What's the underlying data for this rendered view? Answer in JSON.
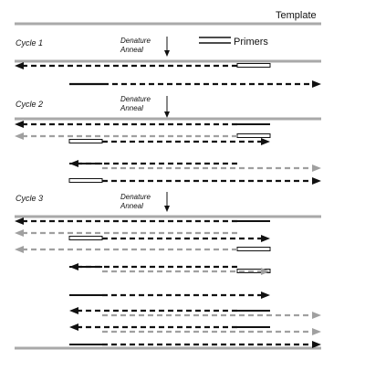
{
  "legend": {
    "template_label": "Template",
    "primers_label": "Primers"
  },
  "cycles": [
    {
      "label": "Cycle 1",
      "step_line1": "Denature",
      "step_line2": "Anneal"
    },
    {
      "label": "Cycle 2",
      "step_line1": "Denature",
      "step_line2": "Anneal"
    },
    {
      "label": "Cycle 3",
      "step_line1": "Denature",
      "step_line2": "Anneal"
    }
  ],
  "colors": {
    "template_strand": "#a9a9a9",
    "new_strand": "#111111",
    "prior_strand": "#a0a0a0",
    "primer": "#111111"
  },
  "icons": [
    "down-arrow-icon",
    "arrow-head-icon"
  ]
}
